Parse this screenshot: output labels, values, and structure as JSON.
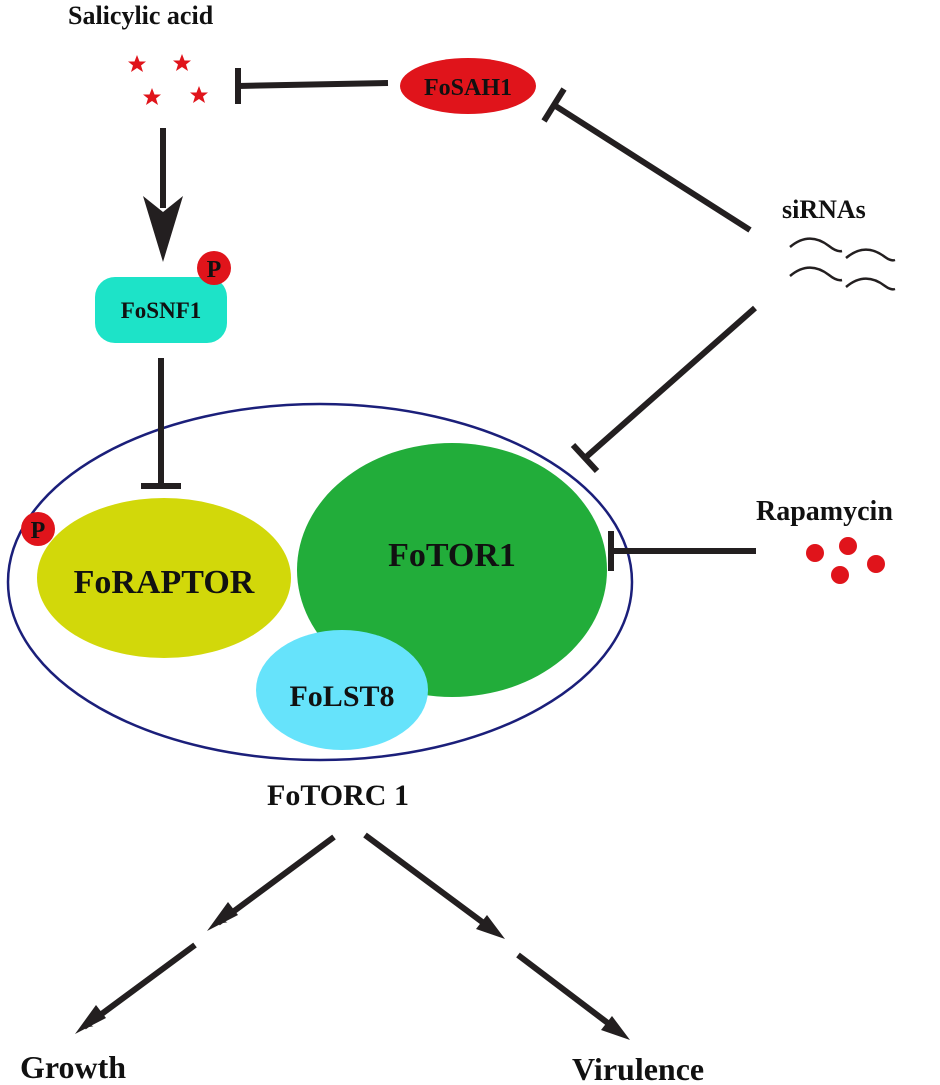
{
  "labels": {
    "salicylic_acid": "Salicylic acid",
    "fosah1": "FoSAH1",
    "sirnas": "siRNAs",
    "fosnf1": "FoSNF1",
    "phospho_fosnf1": "P",
    "phospho_foraptor": "P",
    "foraptor": "FoRAPTOR",
    "fotor1": "FoTOR1",
    "folst8": "FoLST8",
    "rapamycin": "Rapamycin",
    "fotorc1": "FoTORC 1",
    "growth": "Growth",
    "virulence": "Virulence"
  },
  "colors": {
    "fosah1": "#e0141b",
    "fosnf1": "#1de3c8",
    "foraptor": "#d2d80a",
    "fotor1": "#22ad3a",
    "folst8": "#66e3fb",
    "complex_outline": "#1b1f7a",
    "phospho": "#e0141b",
    "star": "#e0141b",
    "rapamycin_dot": "#e0141b",
    "line": "#231f20"
  }
}
